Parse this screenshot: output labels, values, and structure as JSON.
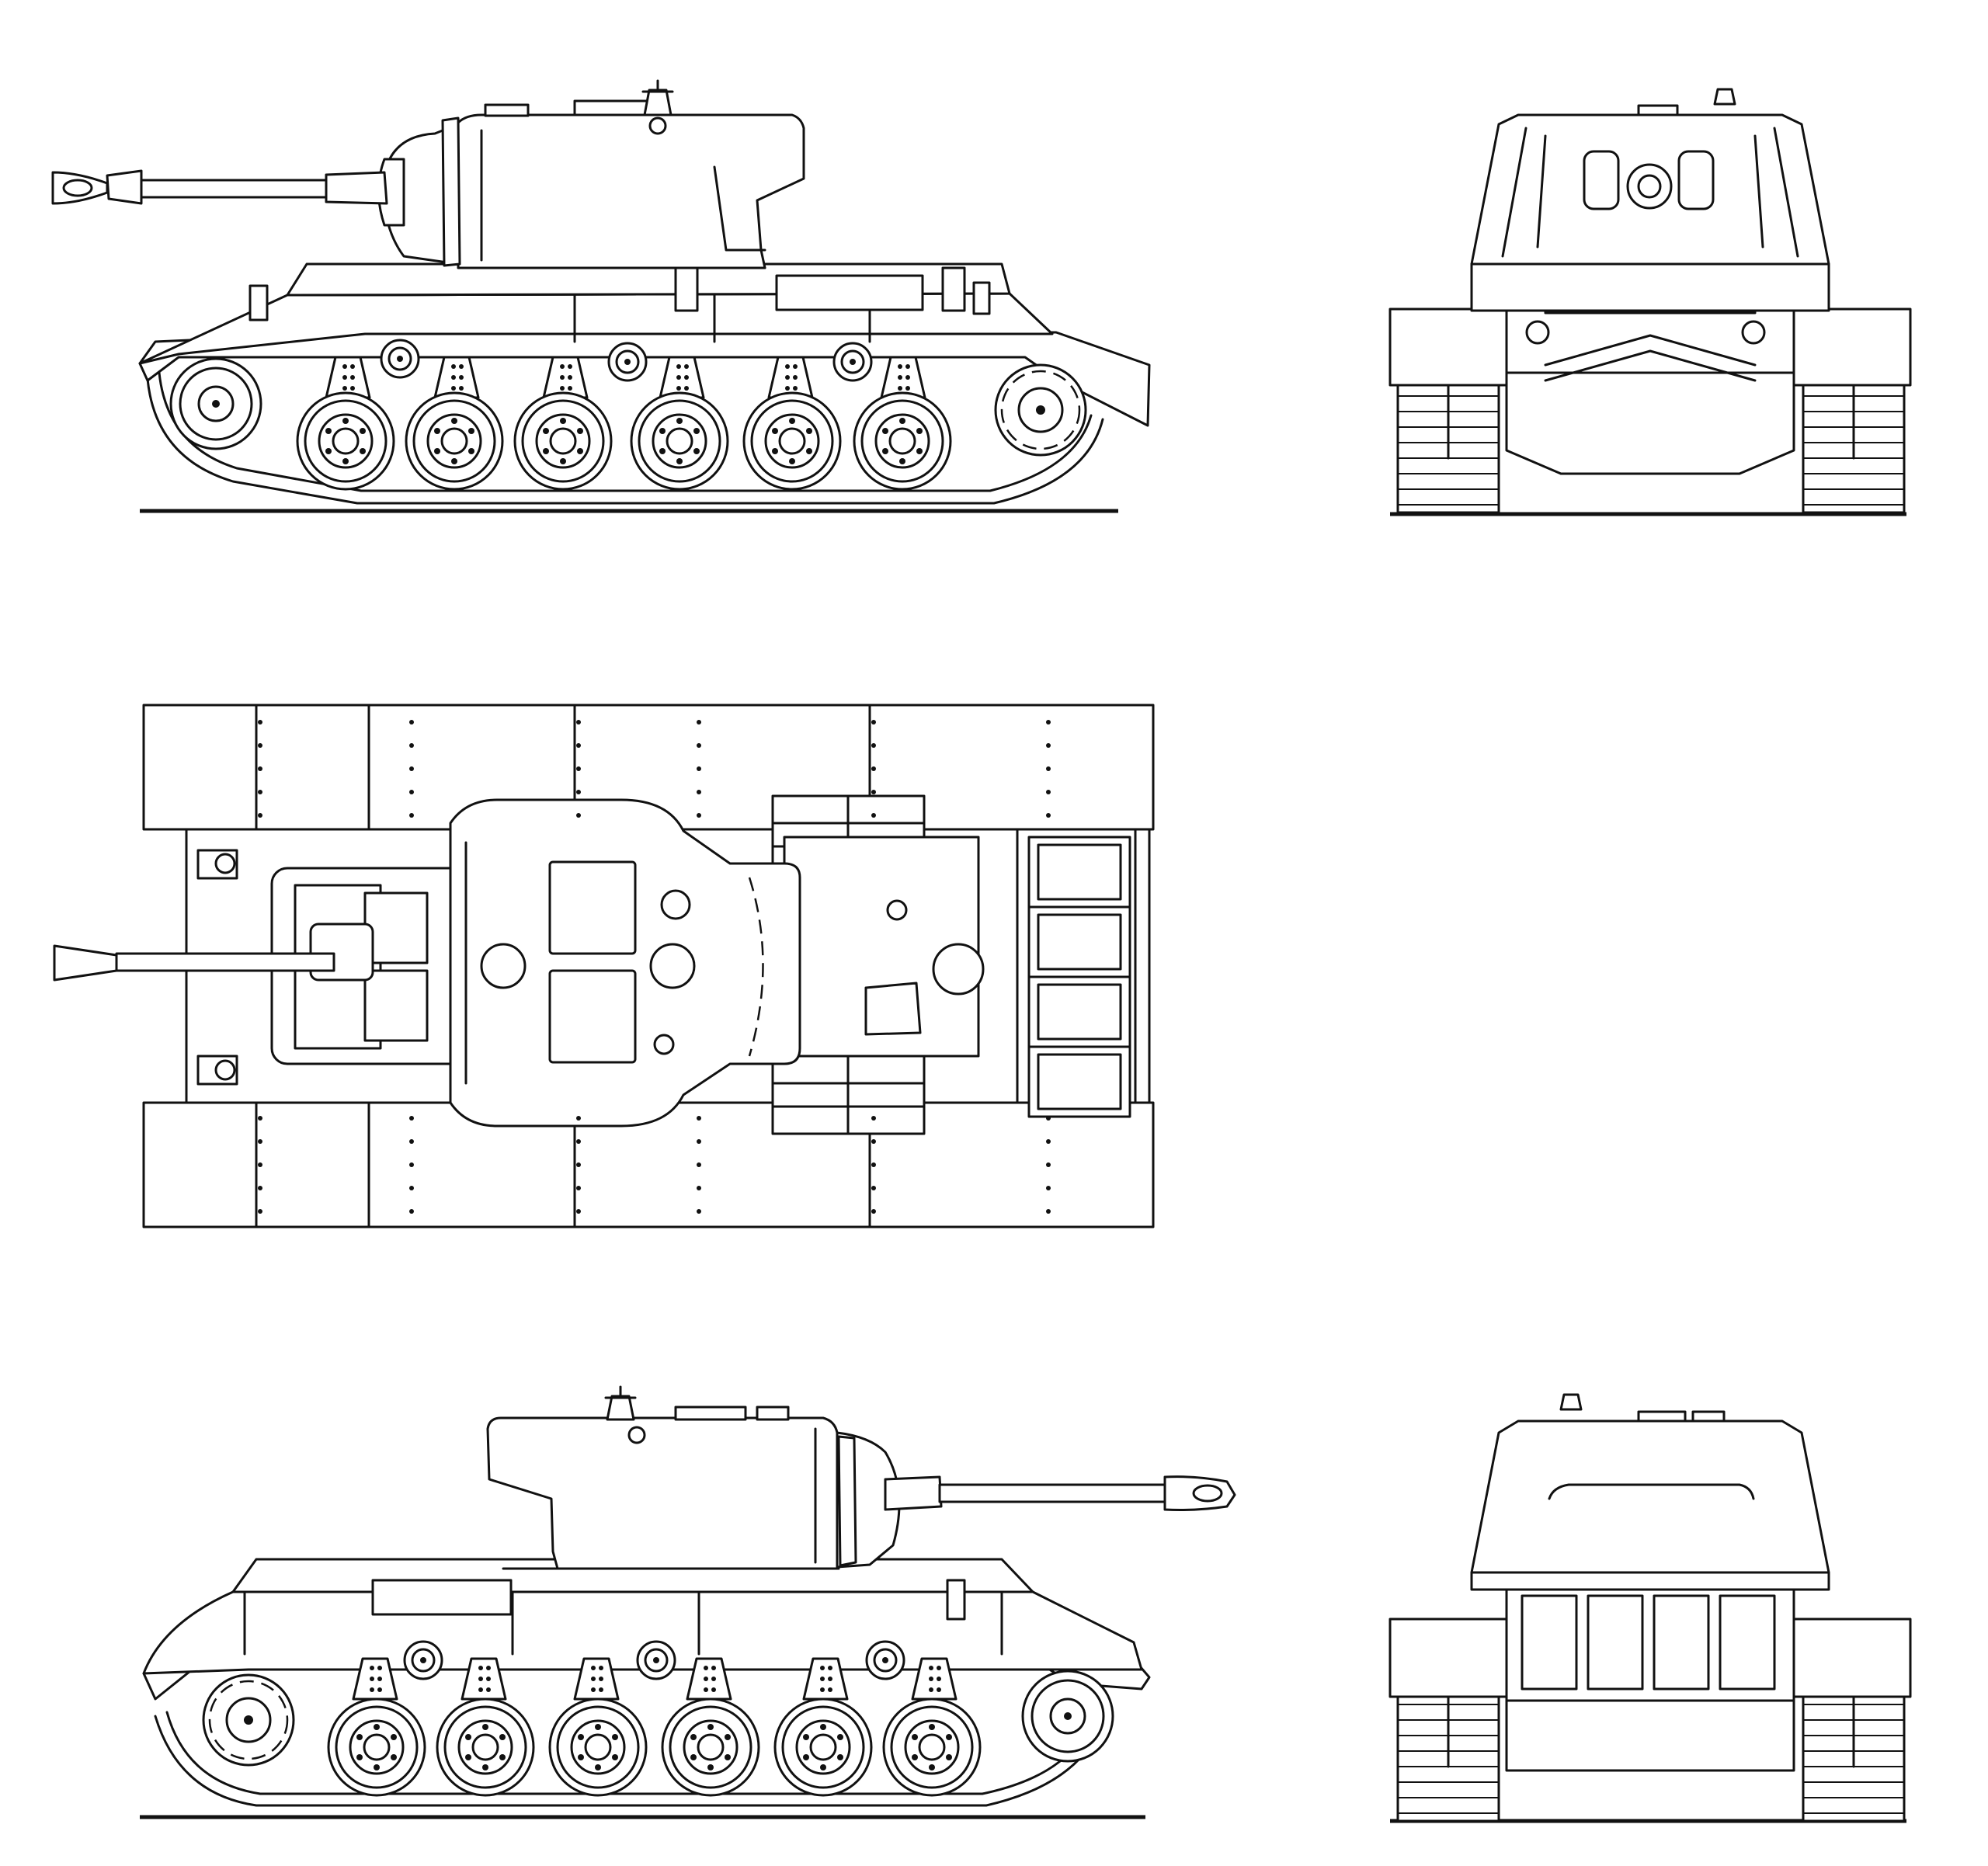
{
  "drawing": {
    "views": [
      {
        "key": "left_side"
      },
      {
        "key": "front"
      },
      {
        "key": "top"
      },
      {
        "key": "right_side"
      },
      {
        "key": "rear"
      }
    ]
  }
}
